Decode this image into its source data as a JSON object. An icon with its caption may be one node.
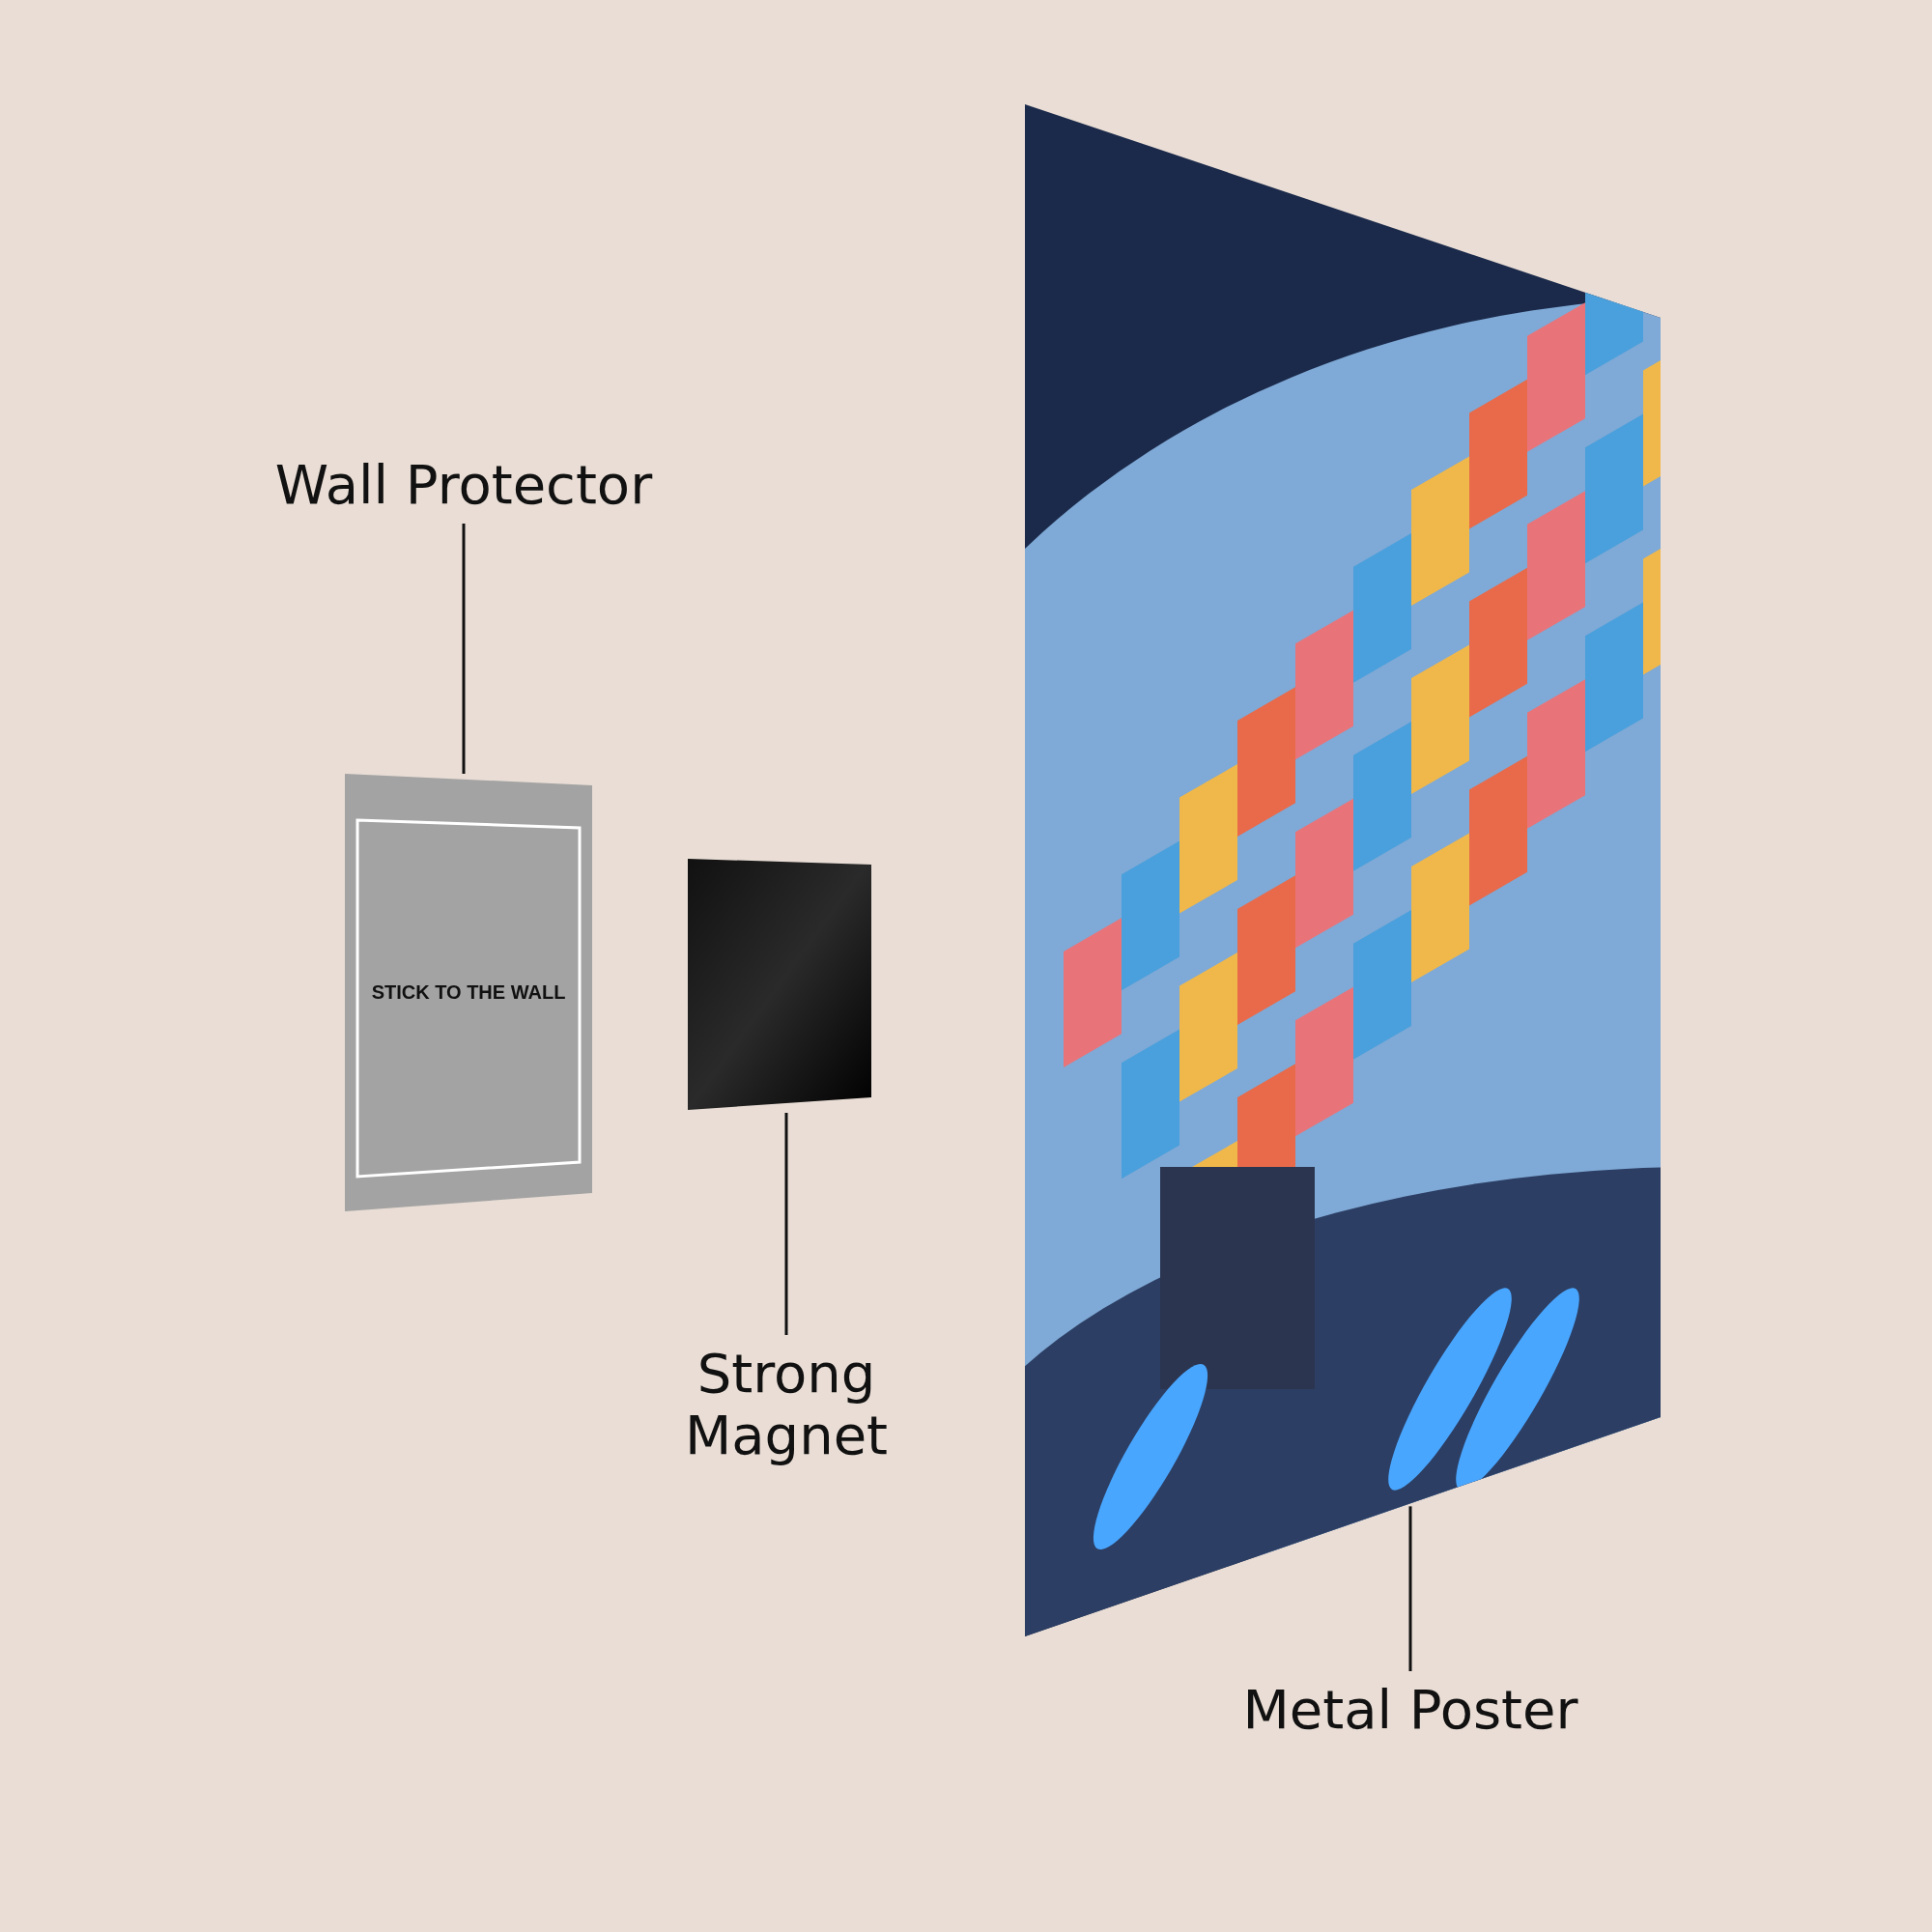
{
  "diagram": {
    "nodes": [
      {
        "text": [
          "Wall Protector"
        ]
      },
      {
        "text": [
          "STICK TO THE WALL"
        ]
      },
      {
        "text": [],
        "shape": "box"
      },
      {
        "text": [
          "Strong Magnet"
        ]
      },
      {
        "text": [],
        "shape": "picture"
      },
      {
        "text": [
          "Metal Poster"
        ]
      }
    ],
    "edges": [
      {
        "from": 0,
        "to": 1,
        "arrow": "none"
      },
      {
        "from": 3,
        "to": 2,
        "arrow": "none"
      },
      {
        "from": 5,
        "to": 4,
        "arrow": "none"
      }
    ]
  }
}
